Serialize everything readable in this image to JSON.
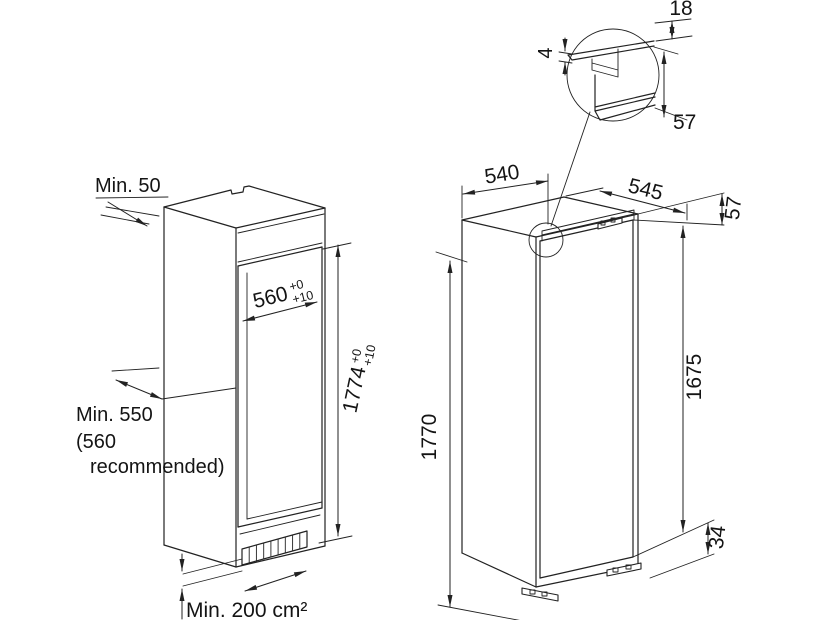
{
  "left_view": {
    "labels": {
      "min_top_clearance": "Min. 50",
      "niche_width": "560",
      "niche_width_tol_top": "+0",
      "niche_width_tol_bottom": "+10",
      "niche_height": "1774",
      "niche_height_tol_top": "+0",
      "niche_height_tol_bottom": "+10",
      "min_depth_line1": "Min. 550",
      "min_depth_line2": "(560",
      "min_depth_line3": "recommended)",
      "min_vent_area": "Min. 200 cm²"
    }
  },
  "right_view": {
    "labels": {
      "width": "540",
      "depth": "545",
      "top_recess": "57",
      "door_height": "1675",
      "bottom_gap": "34",
      "overall_height": "1770"
    }
  },
  "detail_view": {
    "labels": {
      "gap_top": "18",
      "flange_thickness": "4",
      "rail_height": "57"
    }
  },
  "style": {
    "line_color": "#222222",
    "text_color": "#141414",
    "background": "#ffffff"
  }
}
